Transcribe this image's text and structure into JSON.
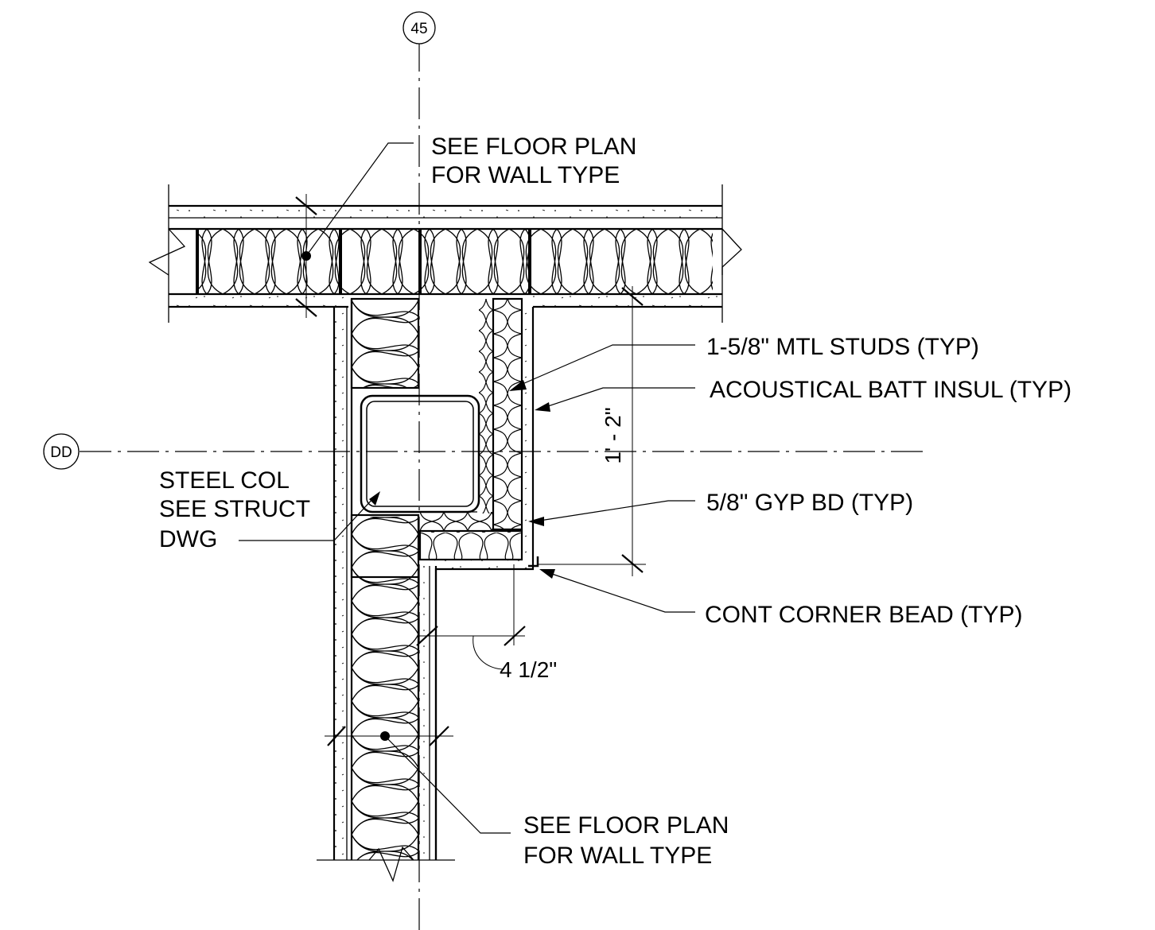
{
  "grid_bubbles": {
    "vertical": "45",
    "horizontal": "DD"
  },
  "notes": {
    "top_wall_type_line1": "SEE FLOOR PLAN",
    "top_wall_type_line2": "FOR WALL TYPE",
    "studs": "1-5/8\" MTL STUDS (TYP)",
    "batt_insul": "ACOUSTICAL BATT INSUL (TYP)",
    "gyp_bd": "5/8\" GYP BD (TYP)",
    "corner_bead": "CONT CORNER BEAD (TYP)",
    "steel_col_line1": "STEEL COL",
    "steel_col_line2": "SEE STRUCT",
    "steel_col_line3": "DWG",
    "bottom_wall_type_line1": "SEE FLOOR PLAN",
    "bottom_wall_type_line2": "FOR WALL TYPE"
  },
  "dimensions": {
    "furring_depth": "1' - 2\"",
    "furring_offset": "4 1/2\""
  }
}
